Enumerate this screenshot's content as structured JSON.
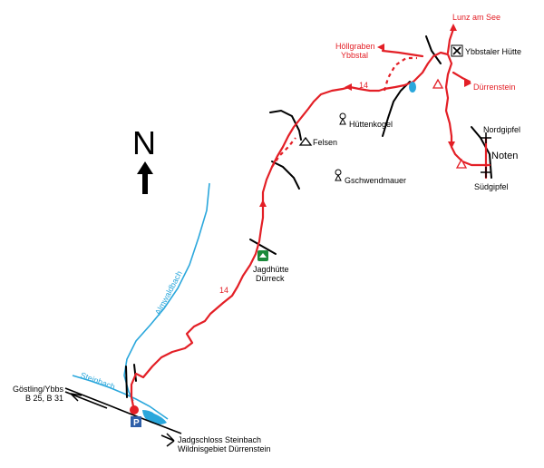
{
  "north": {
    "letter": "N"
  },
  "places": {
    "lunz": "Lunz am See",
    "hoellgraben_1": "Höllgraben",
    "hoellgraben_2": "Ybbstal",
    "ybbstaler_huette": "Ybbstaler Hütte",
    "duerrenstein": "Dürrenstein",
    "huettenkogel": "Hüttenkogel",
    "felsen": "Felsen",
    "gschwendmauer": "Gschwendmauer",
    "nordgipfel": "Nordgipfel",
    "noten": "Noten",
    "suedgipfel": "Südgipfel",
    "jagdhuette_1": "Jagdhütte",
    "jagdhuette_2": "Dürreck",
    "goestling_1": "Göstling/Ybbs",
    "goestling_2": "B 25, B 31",
    "jagdschloss_1": "Jadgschloss Steinbach",
    "jagdschloss_2": "Wildnisgebiet Dürrenstein",
    "parking": "P"
  },
  "streams": {
    "almwaldbach": "Almwaldbach",
    "steinbach": "Steinbach"
  },
  "route": {
    "number_upper": "14",
    "number_lower": "14"
  },
  "colors": {
    "route": "#e31f26",
    "water": "#2aa7dc",
    "parking": "#2e5fa8",
    "hut": "#1a8a3a"
  }
}
